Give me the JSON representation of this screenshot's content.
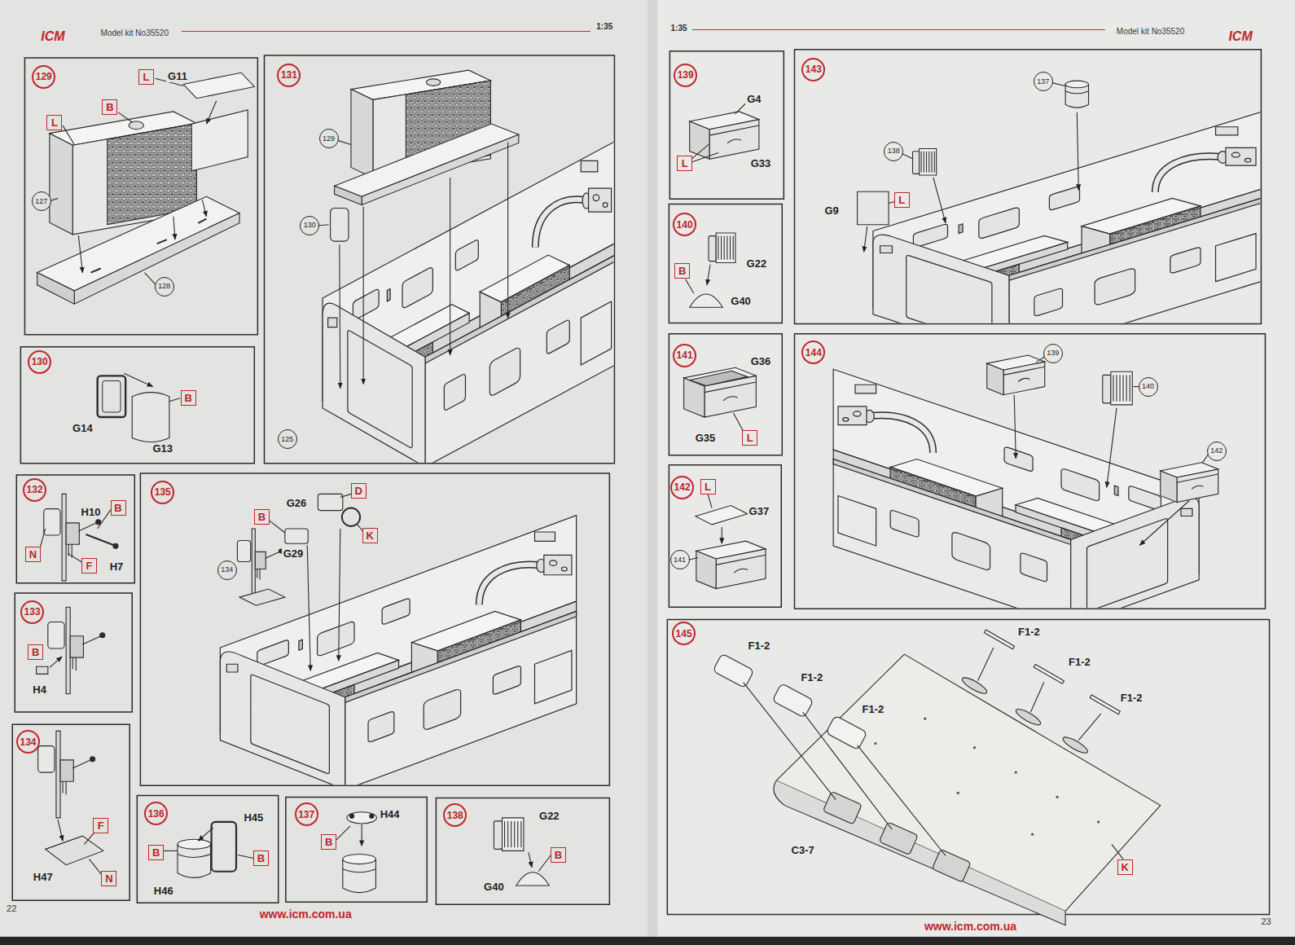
{
  "diagram": {
    "nodes": [
      {
        "text": [
          "129"
        ]
      },
      {
        "text": [
          "L"
        ]
      },
      {
        "text": [
          "B"
        ]
      },
      {
        "text": [
          "L"
        ]
      },
      {
        "text": [
          "127"
        ]
      },
      {
        "text": [
          "128"
        ]
      },
      {
        "text": [
          "131"
        ]
      },
      {
        "text": [
          "129"
        ]
      },
      {
        "text": [
          "130"
        ]
      },
      {
        "text": [
          "125"
        ]
      },
      {
        "text": [
          "130"
        ]
      },
      {
        "text": [
          "B"
        ]
      },
      {
        "text": [
          "132"
        ]
      },
      {
        "text": [
          "B"
        ]
      },
      {
        "text": [
          "N"
        ]
      },
      {
        "text": [
          "F"
        ]
      },
      {
        "text": [
          "135"
        ]
      },
      {
        "text": [
          "D"
        ]
      },
      {
        "text": [
          "B"
        ]
      },
      {
        "text": [
          "K"
        ]
      },
      {
        "text": [
          "134"
        ]
      },
      {
        "text": [
          "133"
        ]
      },
      {
        "text": [
          "B"
        ]
      },
      {
        "text": [
          "134"
        ]
      },
      {
        "text": [
          "F"
        ]
      },
      {
        "text": [
          "N"
        ]
      },
      {
        "text": [
          "136"
        ]
      },
      {
        "text": [
          "B"
        ]
      },
      {
        "text": [
          "B"
        ]
      },
      {
        "text": [
          "137"
        ]
      },
      {
        "text": [
          "B"
        ]
      },
      {
        "text": [
          "138"
        ]
      },
      {
        "text": [
          "B"
        ]
      },
      {
        "text": [
          "139"
        ]
      },
      {
        "text": [
          "L"
        ]
      },
      {
        "text": [
          "143"
        ]
      },
      {
        "text": [
          "137"
        ]
      },
      {
        "text": [
          "138"
        ]
      },
      {
        "text": [
          "L"
        ]
      },
      {
        "text": [
          "140"
        ]
      },
      {
        "text": [
          "B"
        ]
      },
      {
        "text": [
          "141"
        ]
      },
      {
        "text": [
          "L"
        ]
      },
      {
        "text": [
          "144"
        ]
      },
      {
        "text": [
          "139"
        ]
      },
      {
        "text": [
          "140"
        ]
      },
      {
        "text": [
          "142"
        ]
      },
      {
        "text": [
          "142"
        ]
      },
      {
        "text": [
          "L"
        ]
      },
      {
        "text": [
          "141"
        ]
      },
      {
        "text": [
          "145"
        ]
      },
      {
        "text": [
          "K"
        ]
      }
    ],
    "labels": [
      "ICM",
      "Model kit No35520",
      "1:35",
      "G11",
      "G14",
      "G13",
      "H10",
      "H7",
      "G26",
      "G29",
      "H4",
      "H47",
      "H45",
      "H46",
      "H44",
      "G22",
      "G40",
      "22",
      "www.icm.com.ua",
      "1:35",
      "Model kit No35520",
      "ICM",
      "G4",
      "G33",
      "G9",
      "G22",
      "G40",
      "G36",
      "G35",
      "G37",
      "F1-2",
      "F1-2",
      "F1-2",
      "F1-2",
      "F1-2",
      "F1-2",
      "C3-7",
      "www.icm.com.ua",
      "23"
    ]
  }
}
